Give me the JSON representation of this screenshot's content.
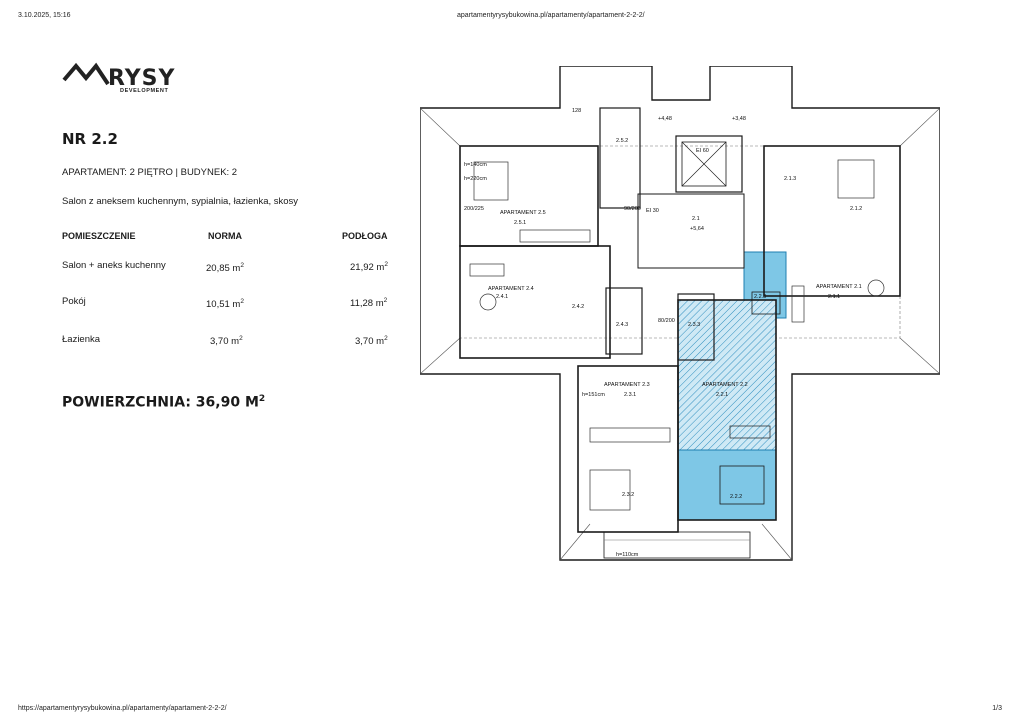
{
  "browser": {
    "timestamp": "3.10.2025, 15:16",
    "header_url": "apartamentyrysybukowina.pl/apartamenty/apartament-2-2-2/",
    "footer_url": "https://apartamentyrysybukowina.pl/apartamenty/apartament-2-2-2/",
    "page_number": "1/3"
  },
  "logo": {
    "word": "RYSY",
    "sub": "DEVELOPMENT"
  },
  "apartment": {
    "title": "NR 2.2",
    "info": "APARTAMENT: 2 PIĘTRO | BUDYNEK: 2",
    "description": "Salon z aneksem kuchennym, sypialnia, łazienka, skosy"
  },
  "table": {
    "headers": {
      "room": "POMIESZCZENIE",
      "norm": "NORMA",
      "floor": "PODŁOGA"
    },
    "unit": "m",
    "unit_exp": "2",
    "rows": [
      {
        "room": "Salon + aneks kuchenny",
        "norm": "20,85",
        "floor": "21,92"
      },
      {
        "room": "Pokój",
        "norm": "10,51",
        "floor": "11,28"
      },
      {
        "room": "Łazienka",
        "norm": "3,70",
        "floor": "3,70"
      }
    ]
  },
  "total": {
    "label": "POWIERZCHNIA: 36,90 M",
    "exp": "2"
  },
  "plan": {
    "colors": {
      "highlight": "#7ec7e6",
      "highlight_dark": "#1f7fb0",
      "wall": "#1a1a1a"
    },
    "apartment_labels": [
      "APARTAMENT 2.5",
      "APARTAMENT 2.4",
      "APARTAMENT 2.3",
      "APARTAMENT 2.2",
      "APARTAMENT 2.1"
    ],
    "room_labels": [
      "2.5.1",
      "2.5.2",
      "2.4.1",
      "2.4.2",
      "2.4.3",
      "2.3.1",
      "2.3.2",
      "2.3.3",
      "2.2.1",
      "2.2.2",
      "2.2.3",
      "2.1",
      "2.1.1",
      "2.1.2",
      "2.1.3"
    ],
    "dims": [
      "h=140cm",
      "h=220cm",
      "h=151cm",
      "h=110cm",
      "200/225",
      "90/200",
      "80/200",
      "128",
      "+4,48",
      "+3,48",
      "+5,64",
      "EI 60",
      "EI 30"
    ]
  }
}
